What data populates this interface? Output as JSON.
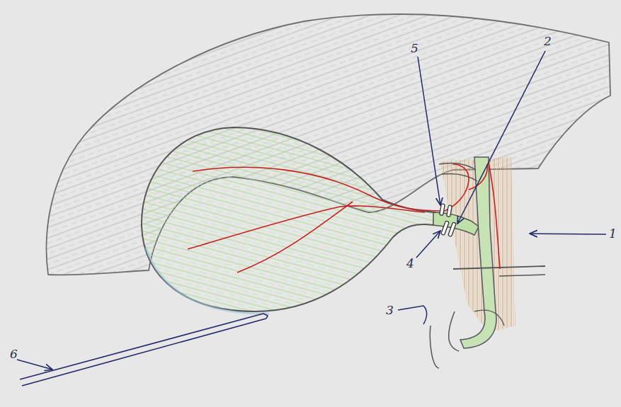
{
  "diagram": {
    "labels": [
      "5",
      "2",
      "1",
      "4",
      "3",
      "6"
    ]
  }
}
